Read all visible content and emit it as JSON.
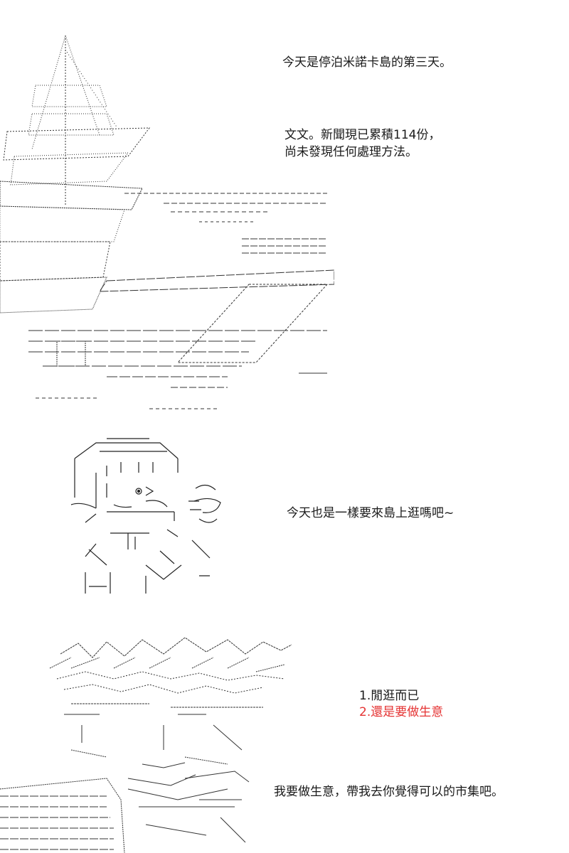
{
  "panels": [
    {
      "art": "sailing-ship-at-harbor-ascii-art",
      "captions": [
        "今天是停泊米諾卡島的第三天。",
        "文文。新聞現已累積114份，",
        "尚未發現任何處理方法。"
      ]
    },
    {
      "art": "boy-with-cap-ascii-art",
      "captions": [
        "今天也是一樣要來島上逛嗎吧~"
      ]
    },
    {
      "art": "spiky-haired-character-ascii-art",
      "choices": [
        {
          "label": "1.閒逛而已",
          "color": "#1a1a1a"
        },
        {
          "label": "2.還是要做生意",
          "color": "#e53333"
        }
      ],
      "captions": [
        "我要做生意，帶我去你覺得可以的市集吧。"
      ]
    }
  ]
}
